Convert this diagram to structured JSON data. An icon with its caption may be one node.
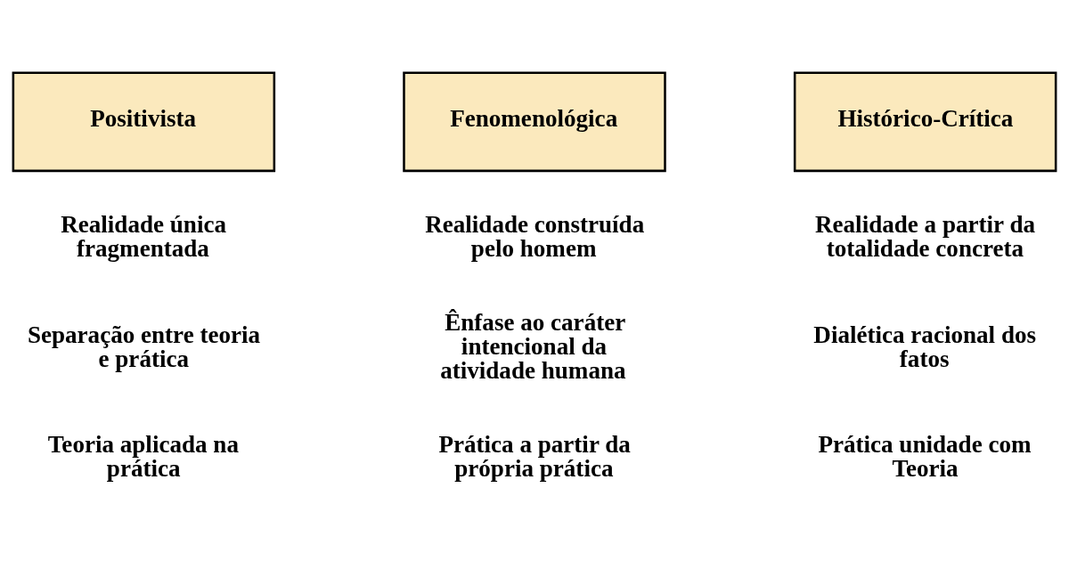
{
  "diagram": {
    "nodes": [
      {
        "text": [
          "Positivista"
        ],
        "beside": [
          "Realidade única fragmentada",
          "Separação entre teoria e prática",
          "Teoria aplicada na prática"
        ]
      },
      {
        "text": [
          "Fenomenológica"
        ],
        "beside": [
          "Realidade construída pelo homem",
          "Ênfase ao caráter intencional da atividade humana",
          "Prática a partir da própria prática"
        ]
      },
      {
        "text": [
          "Histórico-Crítica"
        ],
        "beside": [
          "Realidade a partir da totalidade concreta",
          "Dialética racional dos fatos",
          "Prática unidade com Teoria"
        ]
      }
    ],
    "edges": []
  }
}
